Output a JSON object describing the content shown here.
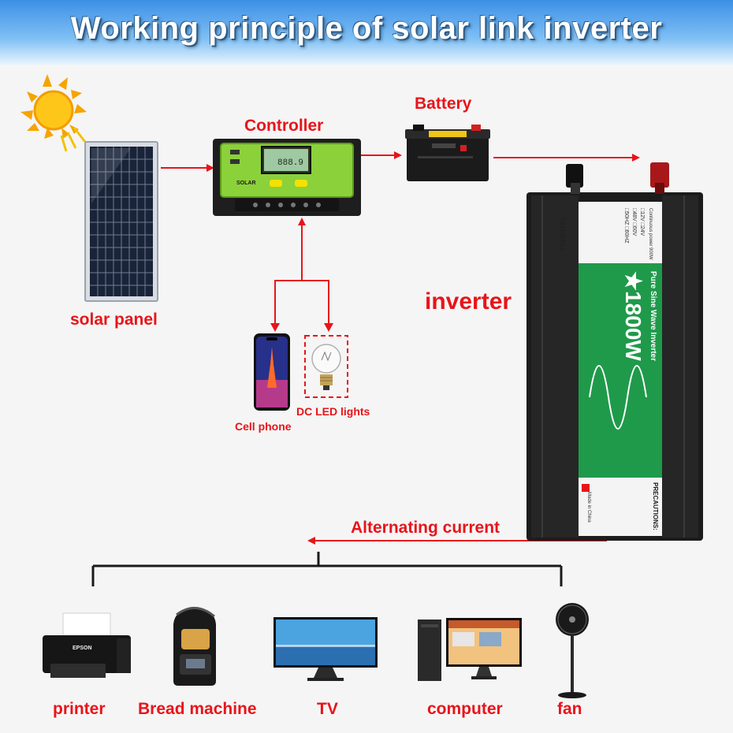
{
  "title": "Working principle of solar link inverter",
  "labels": {
    "battery": "Battery",
    "controller": "Controller",
    "solar_panel": "solar panel",
    "inverter": "inverter",
    "cell_phone": "Cell phone",
    "dc_led_lights": "DC LED lights",
    "alternating_current": "Alternating current",
    "printer": "printer",
    "bread_machine": "Bread machine",
    "tv": "TV",
    "computer": "computer",
    "fan": "fan"
  },
  "controller_face": {
    "display": "888.9",
    "brand": "SOLAR"
  },
  "printer_face": {
    "brand": "EPSON"
  },
  "inverter_face": {
    "brand": "SHENPU",
    "heading": "Pure Sine Wave Inverter",
    "power": "★1800W",
    "continuous": "Continuous power 900W",
    "options": [
      "□12V □24V",
      "□48V □60V",
      "□50HZ □60HZ"
    ],
    "precautions": "PRECAUTIONS:",
    "origin": "Made in China"
  },
  "colors": {
    "arrow": "#e8141a",
    "label": "#e8141a",
    "inverter_green": "#1f9a4a",
    "inverter_body": "#1c1c1c",
    "banner": "#3d8fe6"
  }
}
